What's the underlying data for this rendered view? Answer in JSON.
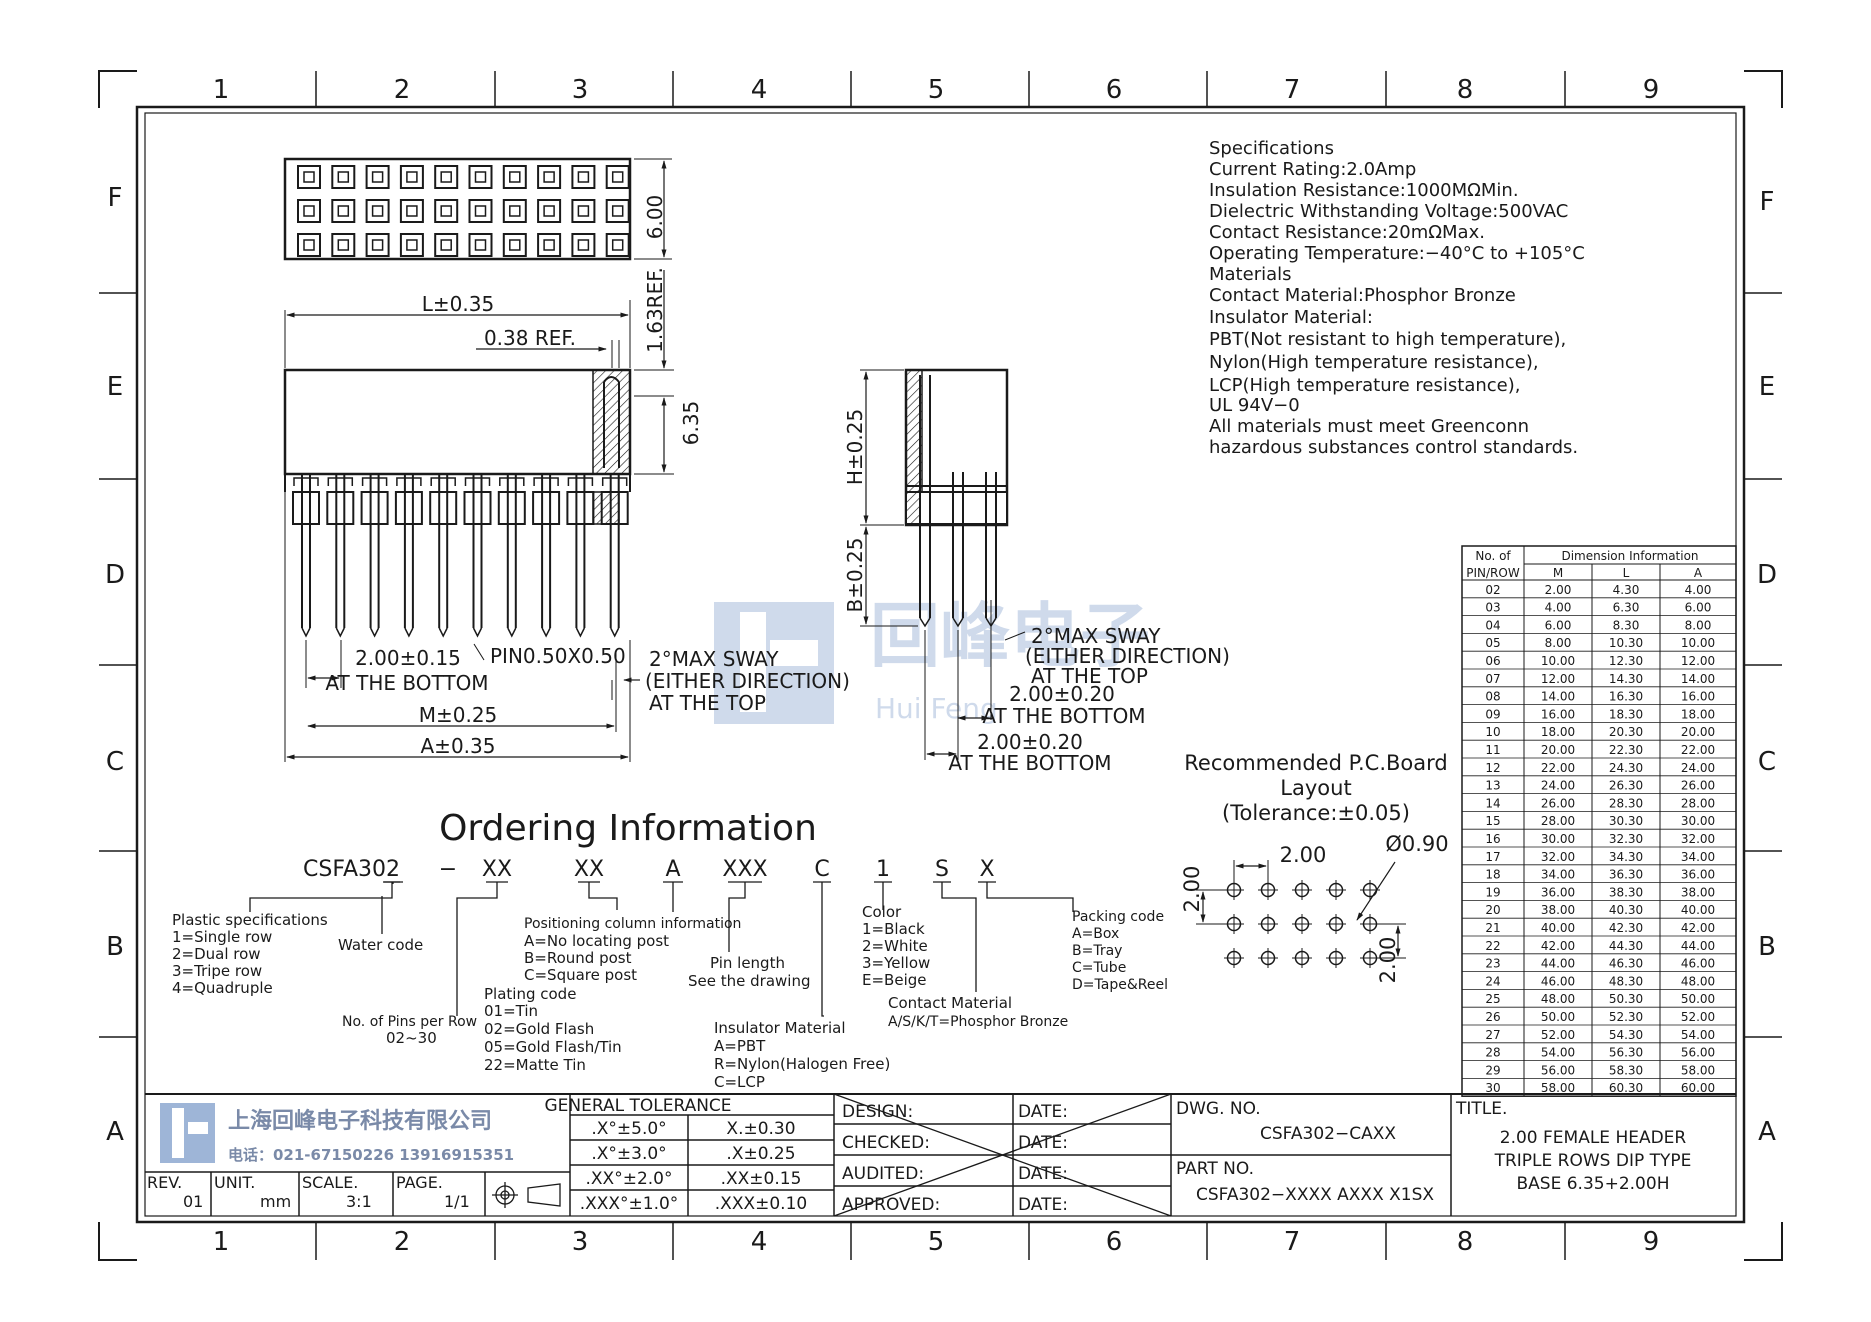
{
  "grid": {
    "columns": [
      "1",
      "2",
      "3",
      "4",
      "5",
      "6",
      "7",
      "8",
      "9"
    ],
    "rows": [
      "F",
      "E",
      "D",
      "C",
      "B",
      "A"
    ]
  },
  "specifications": {
    "lines": [
      "Specifications",
      "Current Rating:2.0Amp",
      "Insulation Resistance:1000MΩMin.",
      "Dielectric Withstanding Voltage:500VAC",
      "Contact Resistance:20mΩMax.",
      "Operating Temperature:−40°C to +105°C",
      "Materials",
      "Contact Material:Phosphor Bronze",
      "Insulator Material:",
      "PBT(Not resistant to high temperature),",
      "Nylon(High temperature resistance),",
      "LCP(High temperature resistance),",
      "UL 94V−0",
      "All materials must meet Greenconn",
      "hazardous substances control standards."
    ]
  },
  "front_view": {
    "dim_6_00": "6.00",
    "dim_L": "L±0.35",
    "dim_038": "0.38 REF.",
    "dim_163": "1.63REF.",
    "dim_635": "6.35",
    "dim_pitch": "2.00±0.15",
    "dim_pitch_note": "AT THE BOTTOM",
    "dim_pin": "PIN0.50X0.50",
    "dim_M": "M±0.25",
    "dim_A": "A±0.35",
    "sway_1": "2°MAX SWAY",
    "sway_2": "(EITHER DIRECTION)",
    "sway_3": "AT THE TOP"
  },
  "side_view": {
    "dim_H": "H±0.25",
    "dim_B": "B±0.25",
    "sway_1": "2°MAX SWAY",
    "sway_2": "(EITHER DIRECTION)",
    "sway_3": "AT THE TOP",
    "dim_a": "2.00±0.20",
    "dim_a_note": "AT THE BOTTOM",
    "dim_b": "2.00±0.20",
    "dim_b_note": "AT THE BOTTOM"
  },
  "pcb_layout": {
    "title_1": "Recommended P.C.Board",
    "title_2": "Layout",
    "title_3": "(Tolerance:±0.05)",
    "dim_pitch_x": "2.00",
    "dim_hole": "Ø0.90",
    "dim_pitch_y": "2.00",
    "dim_pitch_y2": "2.00"
  },
  "dimension_table": {
    "header_col1_a": "No. of",
    "header_col1_b": "PIN/ROW",
    "header_group": "Dimension Information",
    "columns": [
      "M",
      "L",
      "A"
    ],
    "rows": [
      [
        "02",
        "2.00",
        "4.30",
        "4.00"
      ],
      [
        "03",
        "4.00",
        "6.30",
        "6.00"
      ],
      [
        "04",
        "6.00",
        "8.30",
        "8.00"
      ],
      [
        "05",
        "8.00",
        "10.30",
        "10.00"
      ],
      [
        "06",
        "10.00",
        "12.30",
        "12.00"
      ],
      [
        "07",
        "12.00",
        "14.30",
        "14.00"
      ],
      [
        "08",
        "14.00",
        "16.30",
        "16.00"
      ],
      [
        "09",
        "16.00",
        "18.30",
        "18.00"
      ],
      [
        "10",
        "18.00",
        "20.30",
        "20.00"
      ],
      [
        "11",
        "20.00",
        "22.30",
        "22.00"
      ],
      [
        "12",
        "22.00",
        "24.30",
        "24.00"
      ],
      [
        "13",
        "24.00",
        "26.30",
        "26.00"
      ],
      [
        "14",
        "26.00",
        "28.30",
        "28.00"
      ],
      [
        "15",
        "28.00",
        "30.30",
        "30.00"
      ],
      [
        "16",
        "30.00",
        "32.30",
        "32.00"
      ],
      [
        "17",
        "32.00",
        "34.30",
        "34.00"
      ],
      [
        "18",
        "34.00",
        "36.30",
        "36.00"
      ],
      [
        "19",
        "36.00",
        "38.30",
        "38.00"
      ],
      [
        "20",
        "38.00",
        "40.30",
        "40.00"
      ],
      [
        "21",
        "40.00",
        "42.30",
        "42.00"
      ],
      [
        "22",
        "42.00",
        "44.30",
        "44.00"
      ],
      [
        "23",
        "44.00",
        "46.30",
        "46.00"
      ],
      [
        "24",
        "46.00",
        "48.30",
        "48.00"
      ],
      [
        "25",
        "48.00",
        "50.30",
        "50.00"
      ],
      [
        "26",
        "50.00",
        "52.30",
        "52.00"
      ],
      [
        "27",
        "52.00",
        "54.30",
        "54.00"
      ],
      [
        "28",
        "54.00",
        "56.30",
        "56.00"
      ],
      [
        "29",
        "56.00",
        "58.30",
        "58.00"
      ],
      [
        "30",
        "58.00",
        "60.30",
        "60.00"
      ]
    ]
  },
  "ordering": {
    "title": "Ordering Information",
    "code_parts": [
      "CSFA302",
      "−",
      "XX",
      "XX",
      "A",
      "XXX",
      "C",
      "1",
      "S",
      "X"
    ],
    "plastic": [
      "Plastic specifications",
      "1=Single row",
      "2=Dual row",
      "3=Tripe row",
      "4=Quadruple"
    ],
    "water": "Water code",
    "pins": [
      "No. of Pins per Row",
      "02~30"
    ],
    "plating": [
      "Plating code",
      "01=Tin",
      "02=Gold Flash",
      "05=Gold Flash/Tin",
      "22=Matte Tin"
    ],
    "positioning": [
      "Positioning column information",
      "A=No locating post",
      "B=Round post",
      "C=Square post"
    ],
    "insulator": [
      "Insulator Material",
      "A=PBT",
      "R=Nylon(Halogen Free)",
      "C=LCP"
    ],
    "pin_length": [
      "Pin length",
      "See the drawing"
    ],
    "color": [
      "Color",
      "1=Black",
      "2=White",
      "3=Yellow",
      "E=Beige"
    ],
    "contact": [
      "Contact Material",
      "A/S/K/T=Phosphor Bronze"
    ],
    "packing": [
      "Packing code",
      "A=Box",
      "B=Tray",
      "C=Tube",
      "D=Tape&Reel"
    ]
  },
  "watermark": {
    "cn": "回峰电子",
    "en": "Hui Feng"
  },
  "title_block": {
    "company": "上海回峰电子科技有限公司",
    "phone": "电话：021-67150226  13916915351",
    "rev_label": "REV.",
    "rev": "01",
    "unit_label": "UNIT.",
    "unit": "mm",
    "scale_label": "SCALE.",
    "scale": "3:1",
    "page_label": "PAGE.",
    "page": "1/1",
    "tolerance_header": "GENERAL TOLERANCE",
    "tolerances": [
      [
        ".X°±5.0°",
        "X.±0.30"
      ],
      [
        ".X°±3.0°",
        ".X±0.25"
      ],
      [
        ".XX°±2.0°",
        ".XX±0.15"
      ],
      [
        ".XXX°±1.0°",
        ".XXX±0.10"
      ]
    ],
    "approvals": [
      "DESIGN:",
      "CHECKED:",
      "AUDITED:",
      "APPROVED:"
    ],
    "date_label": "DATE:",
    "dwg_label": "DWG. NO.",
    "dwg_no": "CSFA302−CAXX",
    "part_label": "PART NO.",
    "part_no": "CSFA302−XXXX AXXX X1SX",
    "title_label": "TITLE.",
    "title_lines": [
      "2.00 FEMALE HEADER",
      "TRIPLE ROWS DIP TYPE",
      "BASE 6.35+2.00H"
    ]
  }
}
